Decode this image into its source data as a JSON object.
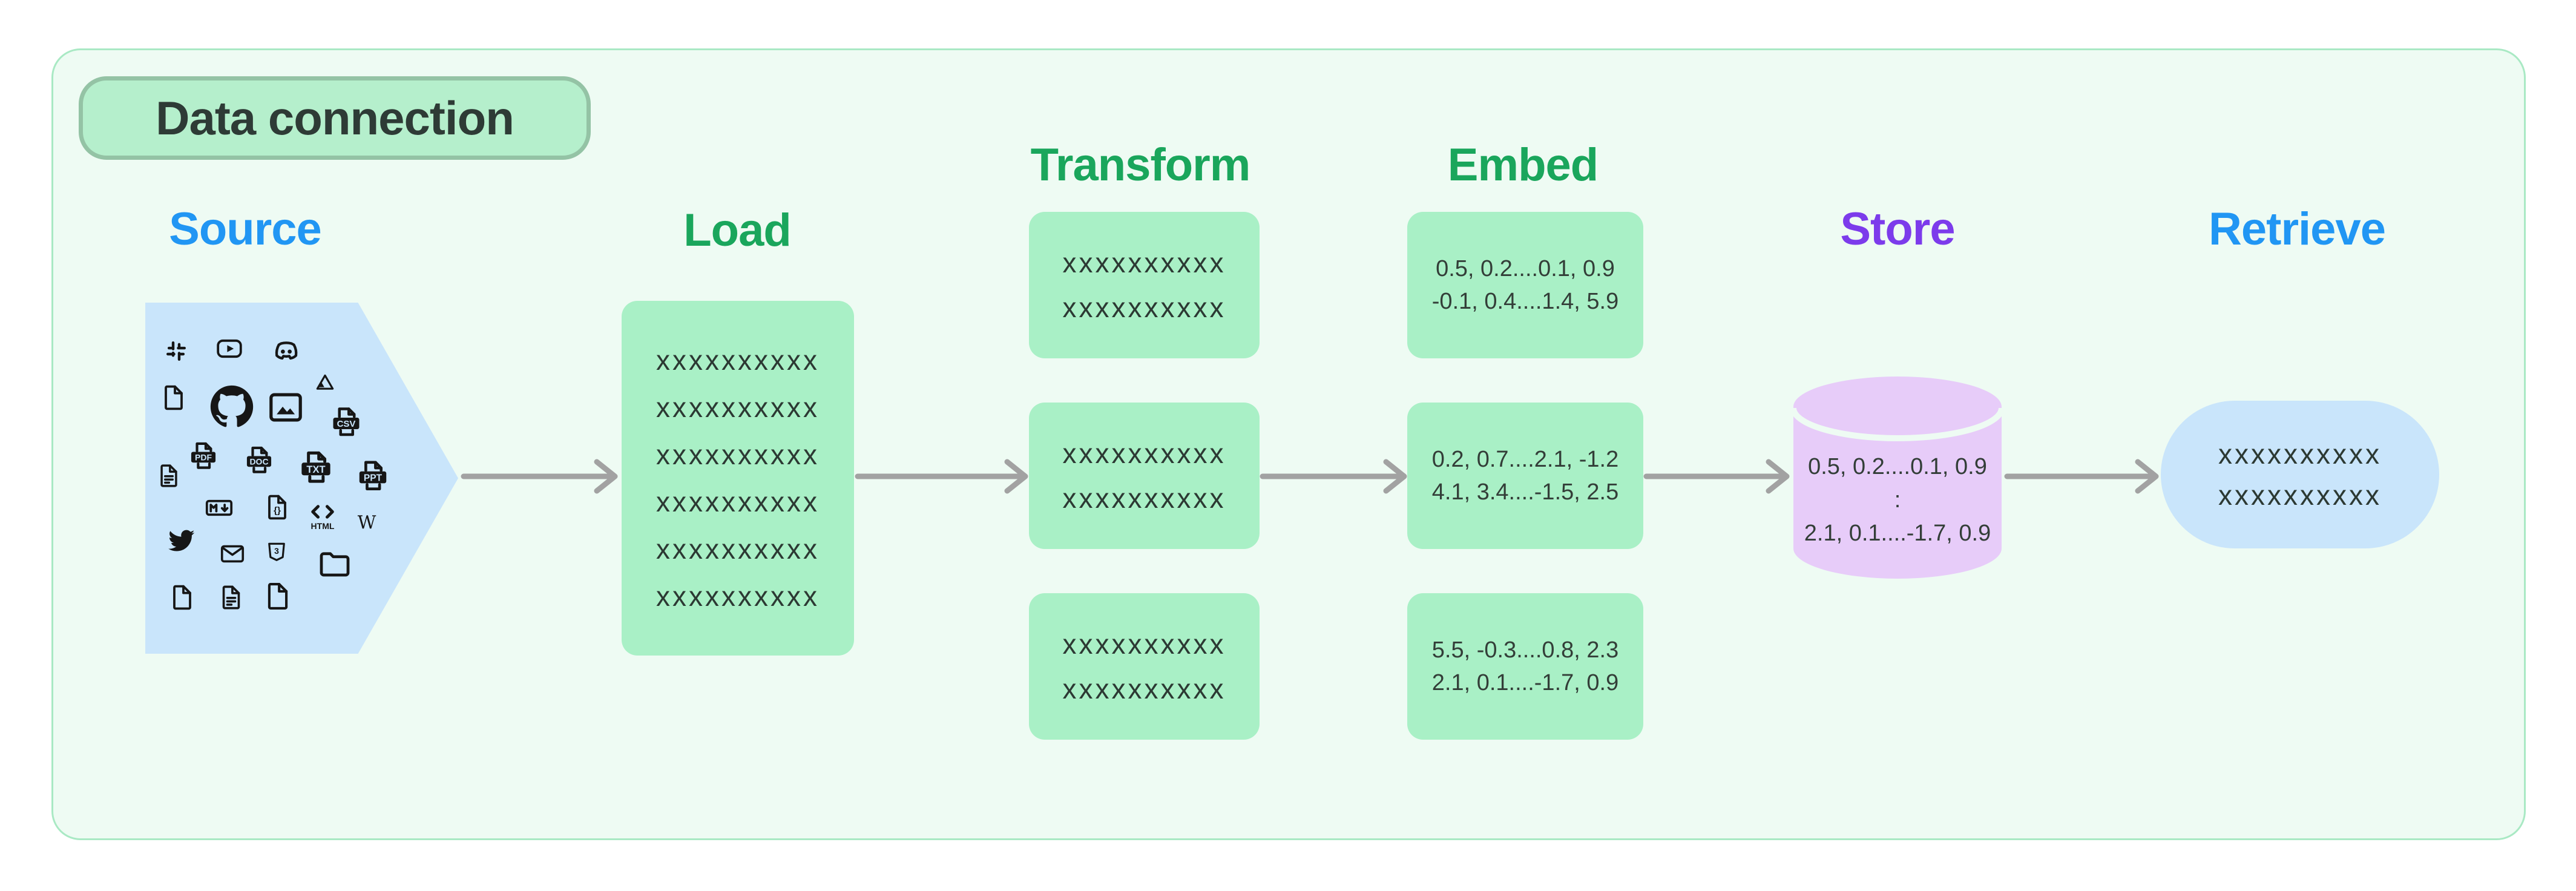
{
  "badge": {
    "label": "Data connection"
  },
  "stages": {
    "source": {
      "label": "Source"
    },
    "load": {
      "label": "Load",
      "lines": [
        "xxxxxxxxxx",
        "xxxxxxxxxx",
        "xxxxxxxxxx",
        "xxxxxxxxxx",
        "xxxxxxxxxx",
        "xxxxxxxxxx"
      ]
    },
    "transform": {
      "label": "Transform",
      "box1": [
        "xxxxxxxxxx",
        "xxxxxxxxxx"
      ],
      "box2": [
        "xxxxxxxxxx",
        "xxxxxxxxxx"
      ],
      "box3": [
        "xxxxxxxxxx",
        "xxxxxxxxxx"
      ]
    },
    "embed": {
      "label": "Embed",
      "box1": [
        "0.5, 0.2....0.1, 0.9",
        "-0.1, 0.4....1.4, 5.9"
      ],
      "box2": [
        "0.2, 0.7....2.1, -1.2",
        "4.1, 3.4....-1.5, 2.5"
      ],
      "box3": [
        "5.5, -0.3....0.8, 2.3",
        "2.1, 0.1....-1.7, 0.9"
      ]
    },
    "store": {
      "label": "Store",
      "lines": [
        "0.5, 0.2....0.1, 0.9",
        ":",
        "2.1, 0.1....-1.7, 0.9"
      ]
    },
    "retrieve": {
      "label": "Retrieve",
      "lines": [
        "xxxxxxxxxx",
        "xxxxxxxxxx"
      ]
    }
  },
  "file_badge_labels": {
    "pdf": "PDF",
    "doc": "DOC",
    "txt": "TXT",
    "ppt": "PPT",
    "csv": "CSV",
    "html_tag": "<>",
    "html": "HTML",
    "wikipedia": "W",
    "code": "{}",
    "css": "3"
  },
  "source_icons": [
    "slack",
    "youtube",
    "discord",
    "file",
    "github",
    "image",
    "google-drive",
    "csv-file",
    "file-text",
    "pdf-file",
    "doc-file",
    "txt-file",
    "ppt-file",
    "markdown",
    "code-file",
    "html",
    "wikipedia",
    "twitter",
    "mail",
    "css3",
    "folder",
    "file",
    "file-text",
    "file"
  ],
  "colors": {
    "accent_blue": "#2196F3",
    "accent_green": "#1AA65C",
    "accent_purple": "#7C3BEB",
    "arrow_gray": "#A2A2A2",
    "panel_bg": "#EEFBF3",
    "panel_border": "#A9E9C4",
    "badge_bg": "#B5EFCC",
    "badge_border": "#94C3A5",
    "green_box": "#A9F0C6",
    "blue_shape": "#C9E5FB",
    "cylinder_fill": "#E7CCF9",
    "text_dark": "#2E3B36"
  }
}
